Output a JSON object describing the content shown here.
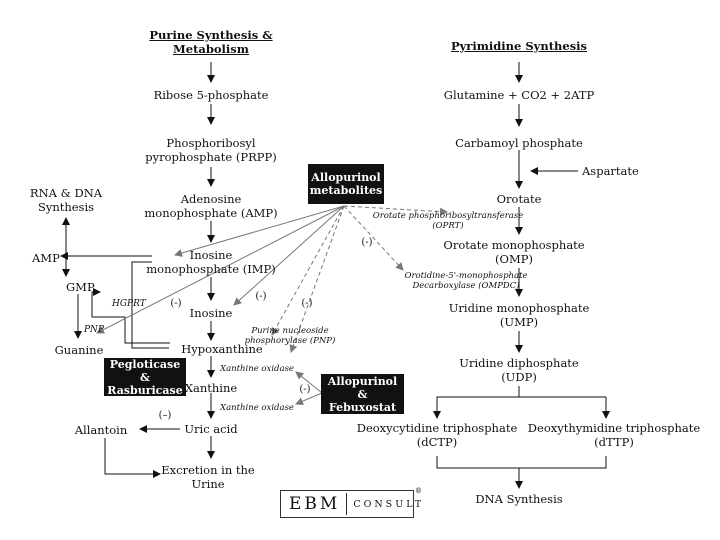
{
  "headers": {
    "purine": [
      "Purine Synthesis &",
      "Metabolism"
    ],
    "pyrimidine": "Pyrimidine Synthesis"
  },
  "purine": {
    "ribose": "Ribose 5-phosphate",
    "prpp": [
      "Phosphoribosyl",
      "pyrophosphate (PRPP)"
    ],
    "amp_full": [
      "Adenosine",
      "monophosphate (AMP)"
    ],
    "imp": [
      "Inosine",
      "monophosphate (IMP)"
    ],
    "inosine": "Inosine",
    "hypoxanthine": "Hypoxanthine",
    "xanthine": "Xanthine",
    "uric_acid": "Uric acid",
    "excretion": [
      "Excretion in the",
      "Urine"
    ],
    "rna_dna": [
      "RNA & DNA",
      "Synthesis"
    ],
    "amp": "AMP",
    "gmp": "GMP",
    "guanine": "Guanine",
    "allantoin": "Allantoin"
  },
  "pyrimidine": {
    "glutamine": "Glutamine + CO2 + 2ATP",
    "carbamoyl": "Carbamoyl phosphate",
    "aspartate": "Aspartate",
    "orotate": "Orotate",
    "omp": [
      "Orotate monophosphate",
      "(OMP)"
    ],
    "ump": [
      "Uridine monophosphate",
      "(UMP)"
    ],
    "udp": [
      "Uridine diphosphate",
      "(UDP)"
    ],
    "dctp": [
      "Deoxycytidine triphosphate",
      "(dCTP)"
    ],
    "dttp": [
      "Deoxythymidine triphosphate",
      "(dTTP)"
    ],
    "dna": "DNA Synthesis"
  },
  "enzymes": {
    "oprt": [
      "Orotate phosphoribosyltransferase",
      "(OPRT)"
    ],
    "ompdc": [
      "Orotidine-5'-monophosphate",
      "Decarboxylase (OMPDC)"
    ],
    "pnp_full": [
      "Purine nucleoside",
      "phosphorylase (PNP)"
    ],
    "xo1": "Xanthine oxidase",
    "xo2": "Xanthine oxidase",
    "hgprt": "HGPRT",
    "pnp": "PNP"
  },
  "drugs": {
    "allopurinol_metabolites": [
      "Allopurinol",
      "metabolites"
    ],
    "pegloticase": [
      "Pegloticase &",
      "Rasburicase"
    ],
    "allopurinol_febuxostat": [
      "Allopurinol &",
      "Febuxostat"
    ]
  },
  "inhibition_signs": {
    "s1": "(-)",
    "s2": "(-)",
    "s3": "(-)",
    "s4": "(-)",
    "s5": "(-)",
    "s6": "(–)"
  },
  "logo": {
    "ebm": "EBM",
    "consult": "CONSULT",
    "mark": "®"
  }
}
